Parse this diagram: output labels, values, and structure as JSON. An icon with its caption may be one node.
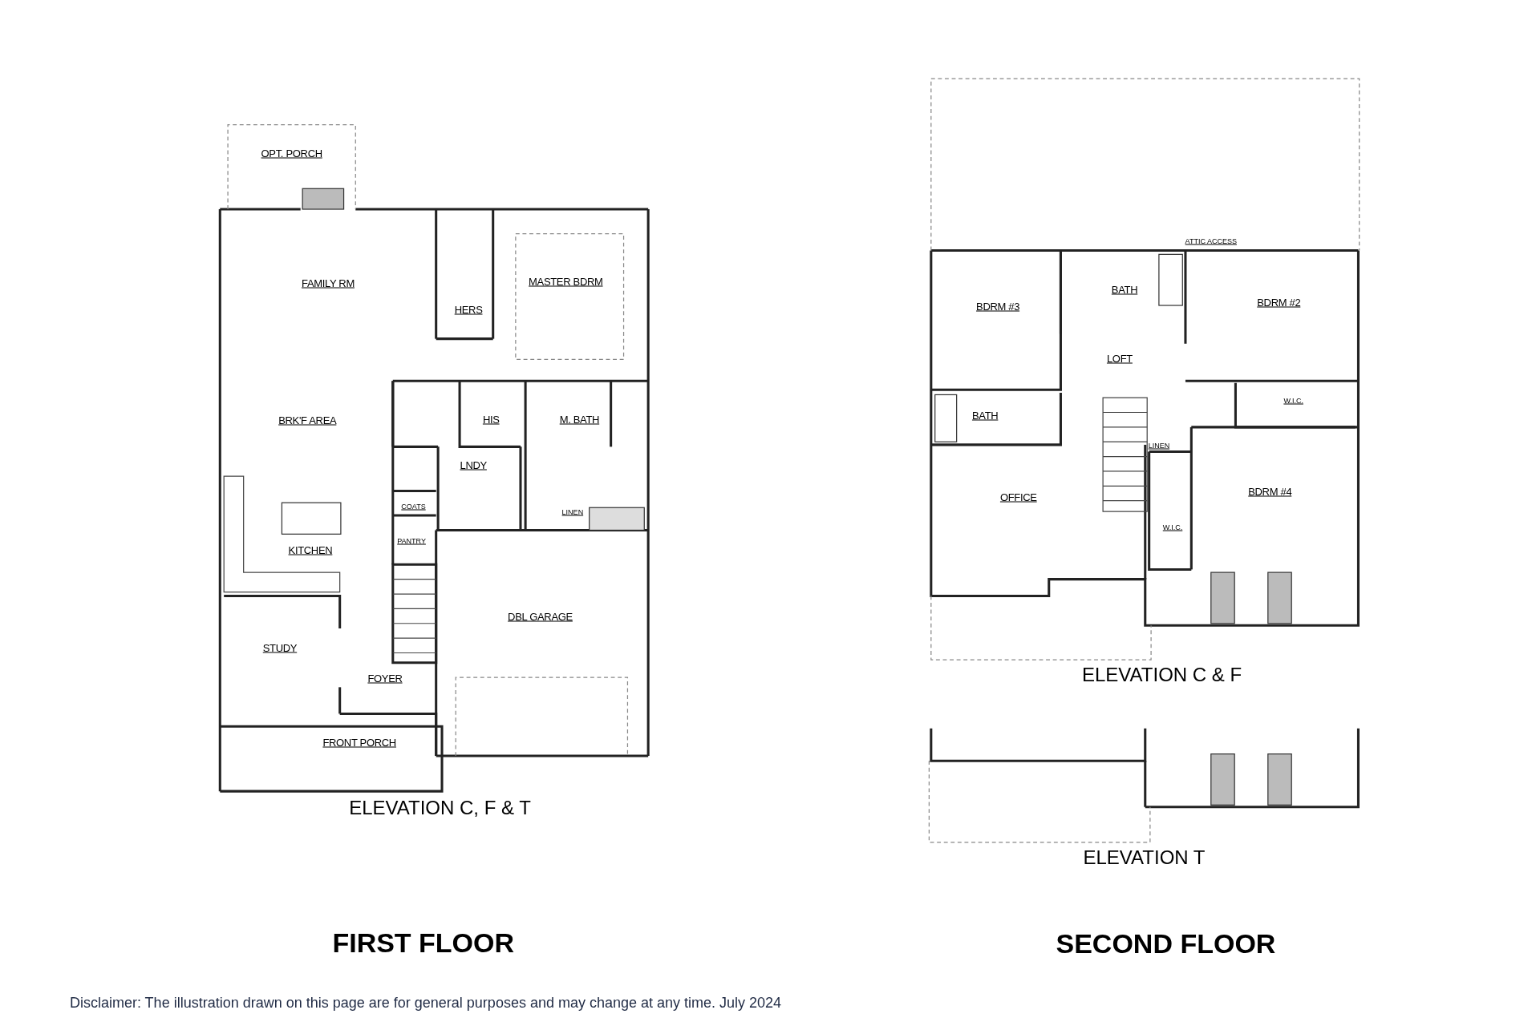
{
  "diagram": {
    "labels": [
      "OPT. PORCH",
      "FAMILY RM",
      "HERS",
      "MASTER BDRM",
      "BRK'F AREA",
      "HIS",
      "M. BATH",
      "LNDY",
      "COATS",
      "LINEN",
      "KITCHEN",
      "PANTRY",
      "DBL GARAGE",
      "STUDY",
      "FOYER",
      "FRONT PORCH",
      "ELEVATION C, F & T",
      "FIRST FLOOR",
      "ATTIC ACCESS",
      "BDRM #3",
      "BATH",
      "BDRM #2",
      "LOFT",
      "W.I.C.",
      "BATH",
      "LINEN",
      "OFFICE",
      "BDRM #4",
      "W.I.C.",
      "ELEVATION C & F",
      "ELEVATION T",
      "SECOND FLOOR",
      "Disclaimer: The illustration drawn on this page are for general purposes and may change at any time. July 2024"
    ]
  }
}
